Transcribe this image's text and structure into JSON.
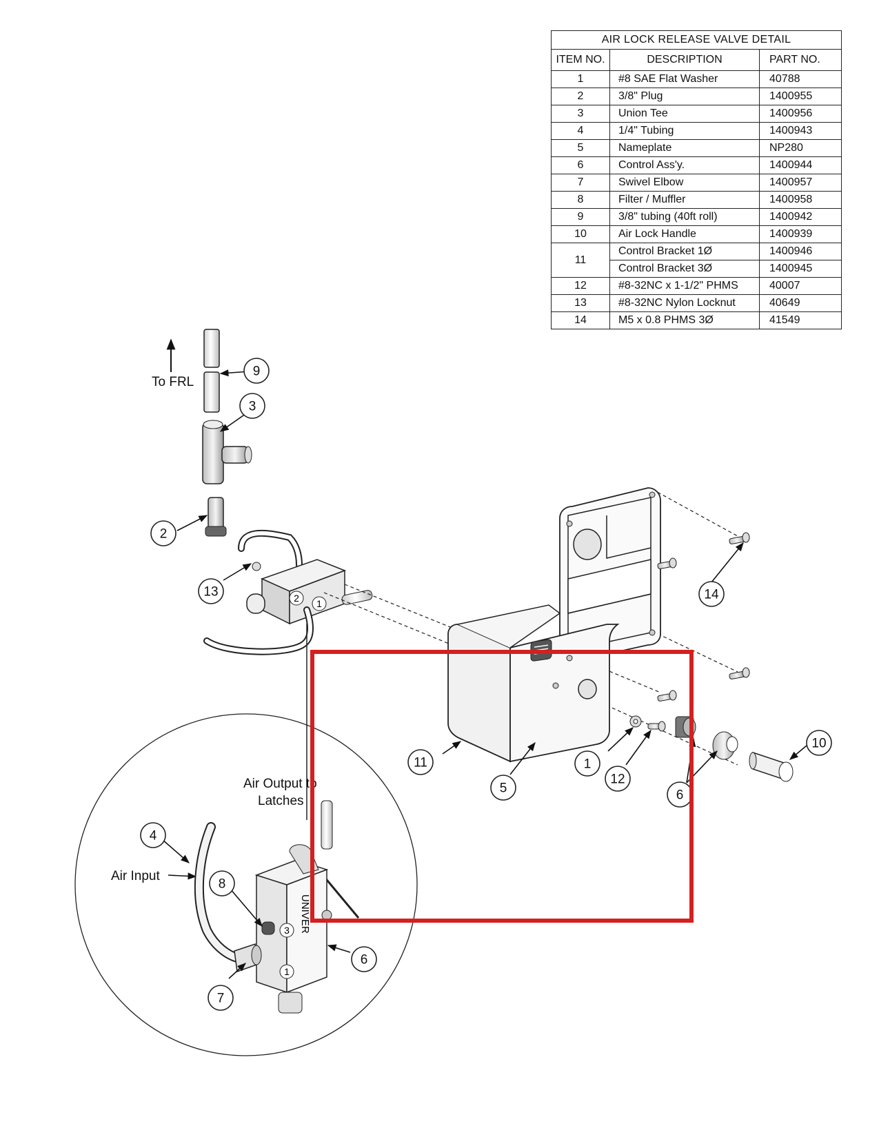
{
  "table": {
    "title": "AIR LOCK RELEASE VALVE DETAIL",
    "headers": [
      "ITEM  NO.",
      "DESCRIPTION",
      "PART  NO."
    ],
    "rows": [
      {
        "item": "1",
        "description": "#8 SAE Flat Washer",
        "part": "40788"
      },
      {
        "item": "2",
        "description": "3/8\" Plug",
        "part": "1400955"
      },
      {
        "item": "3",
        "description": "Union Tee",
        "part": "1400956"
      },
      {
        "item": "4",
        "description": "1/4\" Tubing",
        "part": "1400943"
      },
      {
        "item": "5",
        "description": "Nameplate",
        "part": "NP280"
      },
      {
        "item": "6",
        "description": "Control Ass'y.",
        "part": "1400944"
      },
      {
        "item": "7",
        "description": "Swivel Elbow",
        "part": "1400957"
      },
      {
        "item": "8",
        "description": "Filter / Muffler",
        "part": "1400958"
      },
      {
        "item": "9",
        "description": "3/8\" tubing (40ft roll)",
        "part": "1400942"
      },
      {
        "item": "10",
        "description": "Air Lock Handle",
        "part": "1400939"
      },
      {
        "item": "11",
        "description": "Control Bracket 1Ø",
        "part": "1400946"
      },
      {
        "item": "",
        "description": "Control Bracket 3Ø",
        "part": "1400945"
      },
      {
        "item": "12",
        "description": "#8-32NC x 1-1/2\" PHMS",
        "part": "40007"
      },
      {
        "item": "13",
        "description": "#8-32NC Nylon Locknut",
        "part": "40649"
      },
      {
        "item": "14",
        "description": "M5 x 0.8 PHMS 3Ø",
        "part": "41549"
      }
    ]
  },
  "labels": {
    "to_frl": "To FRL",
    "air_output_1": "Air Output to",
    "air_output_2": "Latches",
    "air_input": "Air Input",
    "valve_brand": "UNIVER",
    "port_1": "1",
    "port_2": "2",
    "port_3": "3"
  },
  "callouts": [
    "1",
    "2",
    "3",
    "4",
    "5",
    "6",
    "6",
    "7",
    "8",
    "9",
    "10",
    "11",
    "12",
    "13",
    "14"
  ],
  "highlight_color": "#d42020"
}
